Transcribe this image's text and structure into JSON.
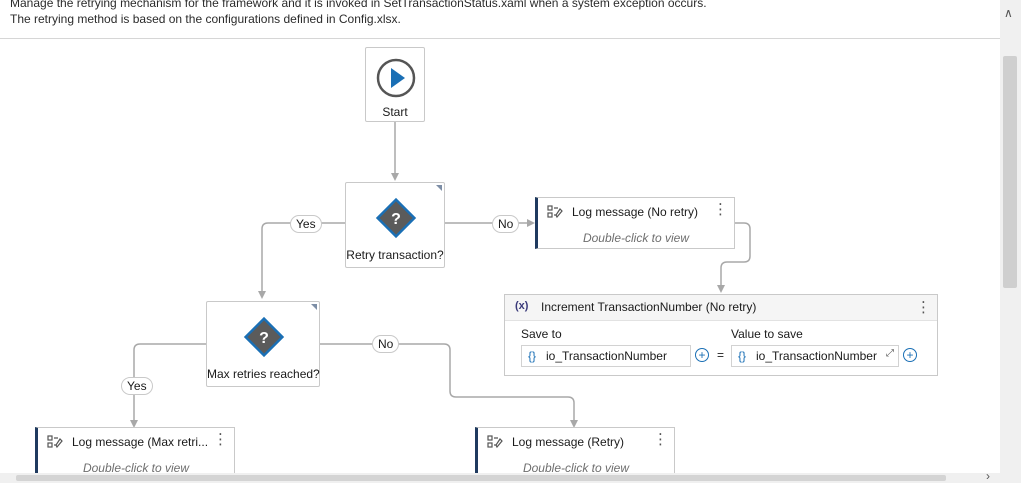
{
  "annotation": {
    "line1": "Manage the retrying mechanism for the framework and it is invoked in SetTransactionStatus.xaml when a system exception occurs.",
    "line2": "The retrying method is based on the configurations defined in Config.xlsx."
  },
  "start": {
    "label": "Start"
  },
  "decisions": {
    "retry": {
      "label": "Retry transaction?"
    },
    "max": {
      "label": "Max retries reached?"
    }
  },
  "edge_labels": {
    "retry_yes": "Yes",
    "retry_no": "No",
    "max_yes": "Yes",
    "max_no": "No"
  },
  "activities": {
    "log_no_retry": {
      "title": "Log message (No retry)",
      "hint": "Double-click to view"
    },
    "log_max": {
      "title": "Log message (Max retri...",
      "hint": "Double-click to view"
    },
    "log_retry": {
      "title": "Log message (Retry)",
      "hint": "Double-click to view"
    }
  },
  "assign": {
    "icon": "(x)",
    "title": "Increment TransactionNumber (No retry)",
    "save_to_label": "Save to",
    "value_label": "Value to save",
    "save_to_value": "io_TransactionNumber",
    "value_value": "io_TransactionNumber",
    "equals": "=",
    "braces": "{}"
  },
  "icons": [
    "play-icon",
    "question-diamond-icon",
    "log-message-icon",
    "more-options-icon",
    "add-circle-icon",
    "expand-icon",
    "scroll-up-icon",
    "scroll-right-icon"
  ],
  "colors": {
    "accent": "#1a6fb5",
    "activity_border": "#1f3a5f",
    "edge": "#a8a8a8"
  },
  "misc": {
    "dots": "⋮",
    "plus": "+",
    "expand": "⤢",
    "up": "∧",
    "right": "›"
  }
}
